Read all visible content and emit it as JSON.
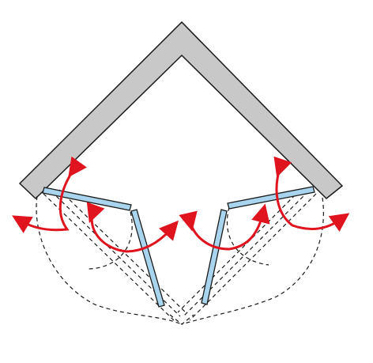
{
  "diagram": {
    "kind": "corner-shower-bifold-door-plan",
    "colors": {
      "wall_fill": "#c8c8c8",
      "wall_stroke": "#1a1a1a",
      "glass_fill": "#a8d4ee",
      "glass_stroke": "#1a1a1a",
      "swing_line": "#1a1a1a",
      "arrow": "#e0141e",
      "background": "#ffffff"
    },
    "elements": {
      "wall": "corner-wall",
      "panels": [
        "left-outer-panel",
        "left-inner-panel",
        "right-outer-panel",
        "right-inner-panel"
      ],
      "arrows": [
        "left-outer-swing-arrow",
        "left-inner-swing-arrow",
        "right-inner-swing-arrow",
        "right-outer-swing-arrow"
      ]
    }
  }
}
